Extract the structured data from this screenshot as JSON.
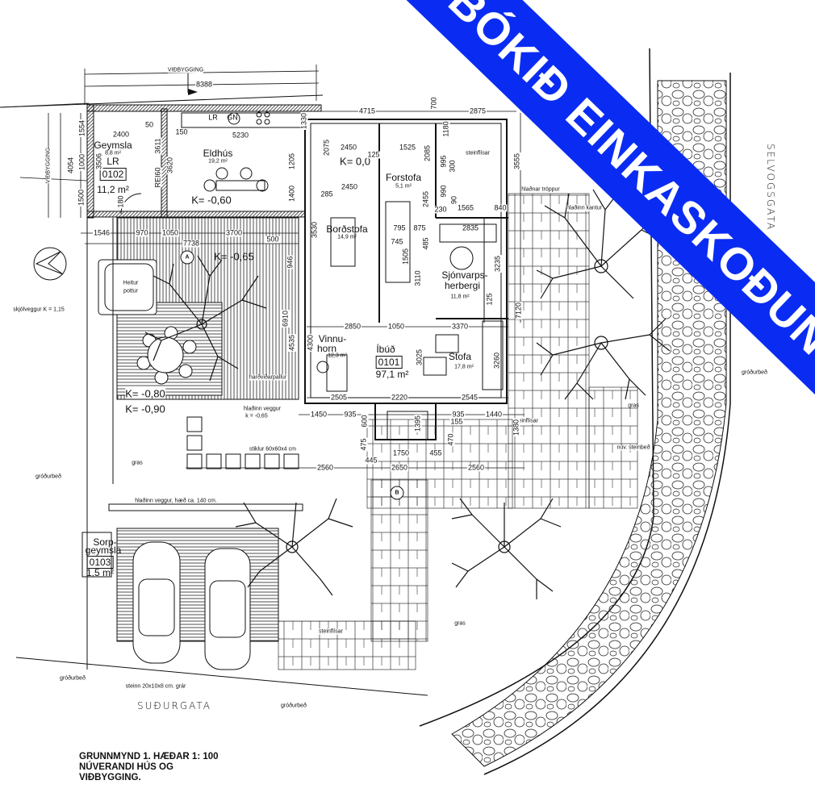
{
  "banner": {
    "text": "BÓKIÐ EINKASKOÐUN",
    "color": "#0a2cf2"
  },
  "title": {
    "line1": "GRUNNMYND 1. HÆÐAR 1: 100",
    "line2": "NÚVERANDI HÚS OG",
    "line3": "VIÐBYGGING."
  },
  "streets": {
    "south": "SUÐURGATA",
    "east": "SELVOGSGATA"
  },
  "rooms": {
    "geymsla": {
      "name": "Geymsla",
      "area": "8,8 m²",
      "code": "LR",
      "number": "0102",
      "total": "11,2 m²"
    },
    "eldhus": {
      "name": "Eldhús",
      "area": "19,2 m²",
      "level": "K= -0,60",
      "lr": "LR",
      "gn": "GN"
    },
    "forstofa": {
      "name": "Forstofa",
      "area": "5,1 m²"
    },
    "bordstofa": {
      "name": "Borðstofa",
      "area": "14,9 m²"
    },
    "sjonvarp": {
      "name1": "Sjónvarps-",
      "name2": "herbergi",
      "area": "11,8 m²"
    },
    "vinnuhorn": {
      "name1": "Vinnu-",
      "name2": "horn",
      "area": "12,3 m²"
    },
    "ibud": {
      "name": "Íbúð",
      "number": "0101",
      "area": "97,1 m²"
    },
    "stofa": {
      "name": "Stofa",
      "area": "17,8 m²"
    },
    "sorp": {
      "name1": "Sorp-",
      "name2": "geymsla",
      "number": "0103",
      "area": "1,5 m²"
    },
    "pottur": {
      "name1": "Heitur",
      "name2": "pottur"
    }
  },
  "levels": {
    "entry": "K= 0,0",
    "deck": "K= -0,65",
    "deck2": "K= -0,80",
    "lawn": "K= -0,90"
  },
  "markers": {
    "a": "A",
    "b": "B"
  },
  "annotations": {
    "vidbygging_top": "VIÐBYGGING",
    "vidbygging_side": "VIÐBYGGING",
    "skjolveggur": "skjólveggur K = 1,15",
    "hardvidarpallur": "harðviðarpallur",
    "hladinn_veggur1": "hlaðinn veggur",
    "hladinn_veggur1b": "k = -0,65",
    "stiklur": "stiklur 60x60x4 cm",
    "gras1": "gras",
    "gras2": "gras",
    "gras3": "gras",
    "grodurbed1": "gróðurbeð",
    "grodurbed2": "gróðurbeð",
    "grodurbed3": "gróðurbeð",
    "grodurbed4": "gróðurbeð",
    "hladinn_veggur2": "hlaðinn veggur, hæð ca. 140 cm.",
    "steinn": "steinn 20x10x8 cm. grár",
    "steinflisar1": "steinflísar",
    "steinflisar2": "steinflísar",
    "steinflisar3": "steinflísar",
    "hladnar_troppur": "hlaðnar tröppur",
    "hladinn_kantur": "hlaðinn kantur",
    "nuv_steinbed": "núv. steinbeð",
    "rei60": "REI60"
  },
  "dimensions": [
    "8388",
    "2400",
    "5230",
    "50",
    "150",
    "4054",
    "1000",
    "1500",
    "1554",
    "3506",
    "3611",
    "3620",
    "180",
    "1330",
    "1205",
    "1400",
    "4715",
    "2875",
    "700",
    "1180",
    "2450",
    "1525",
    "125",
    "2085",
    "2075",
    "2450",
    "285",
    "3530",
    "795",
    "875",
    "2835",
    "745",
    "485",
    "1505",
    "3555",
    "1565",
    "840",
    "2455",
    "230",
    "990",
    "3110",
    "3235",
    "125",
    "7120",
    "2850",
    "1050",
    "3370",
    "4300",
    "3025",
    "3260",
    "2505",
    "2220",
    "2545",
    "1450",
    "935",
    "935",
    "1440",
    "1395",
    "1380",
    "2560",
    "2650",
    "2560",
    "1750",
    "445",
    "455",
    "470",
    "475",
    "600",
    "155",
    "1546",
    "970",
    "1050",
    "3700",
    "500",
    "7738",
    "946",
    "6910",
    "4535",
    "995",
    "300",
    "90"
  ]
}
